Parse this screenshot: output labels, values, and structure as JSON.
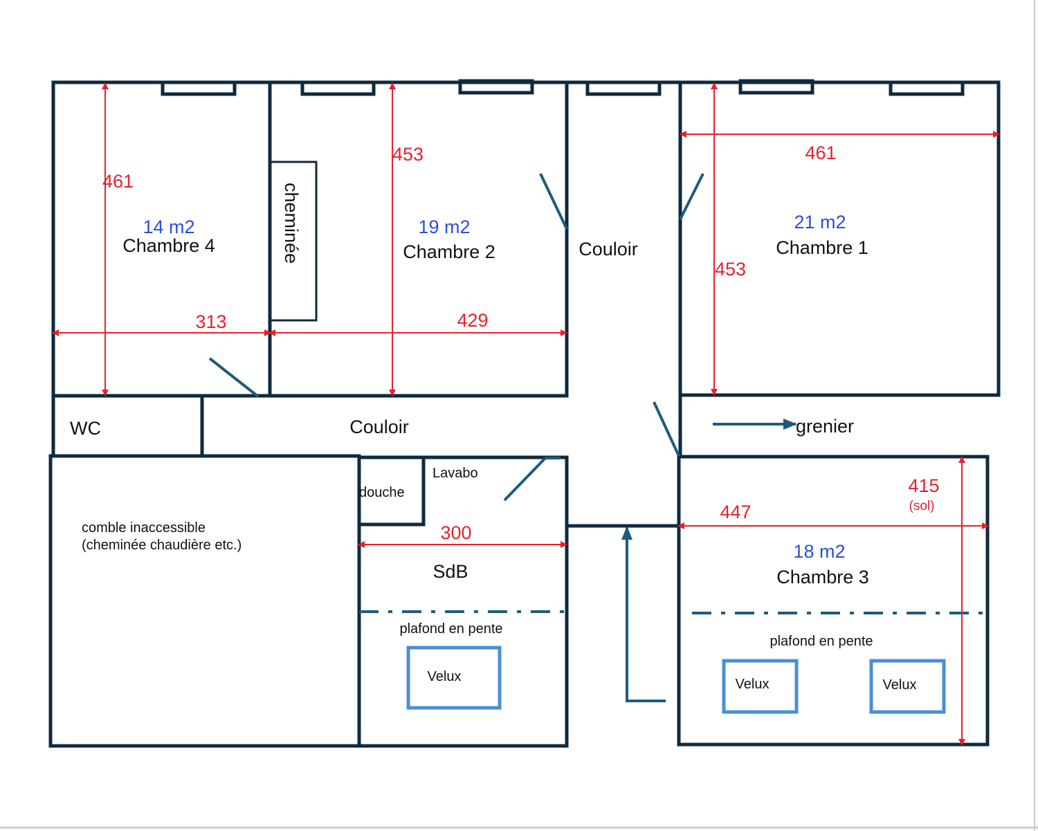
{
  "colors": {
    "wall": "#0f2a3f",
    "door": "#1e5b7a",
    "dimension": "#e8202a",
    "area": "#2b4de0",
    "velux": "#4a8fd6"
  },
  "rooms": {
    "chambre4": {
      "name": "Chambre 4",
      "area": "14 m2",
      "height": "461",
      "width": "313"
    },
    "chambre2": {
      "name": "Chambre 2",
      "area": "19 m2",
      "height": "453",
      "width": "429"
    },
    "chambre1": {
      "name": "Chambre 1",
      "area": "21 m2",
      "height": "453",
      "width": "461"
    },
    "chambre3": {
      "name": "Chambre 3",
      "area": "18 m2",
      "width": "447",
      "height": "415",
      "height_note": "(sol)",
      "ceiling": "plafond en pente",
      "velux_left": "Velux",
      "velux_right": "Velux"
    },
    "sdb": {
      "name": "SdB",
      "width": "300",
      "ceiling": "plafond en pente",
      "velux": "Velux"
    }
  },
  "labels": {
    "cheminee": "cheminée",
    "couloir_top": "Couloir",
    "couloir_main": "Couloir",
    "wc": "WC",
    "grenier": "grenier",
    "douche": "douche",
    "lavabo": "Lavabo",
    "comble_line1": "comble inaccessible",
    "comble_line2": "(cheminée chaudière etc.)"
  }
}
